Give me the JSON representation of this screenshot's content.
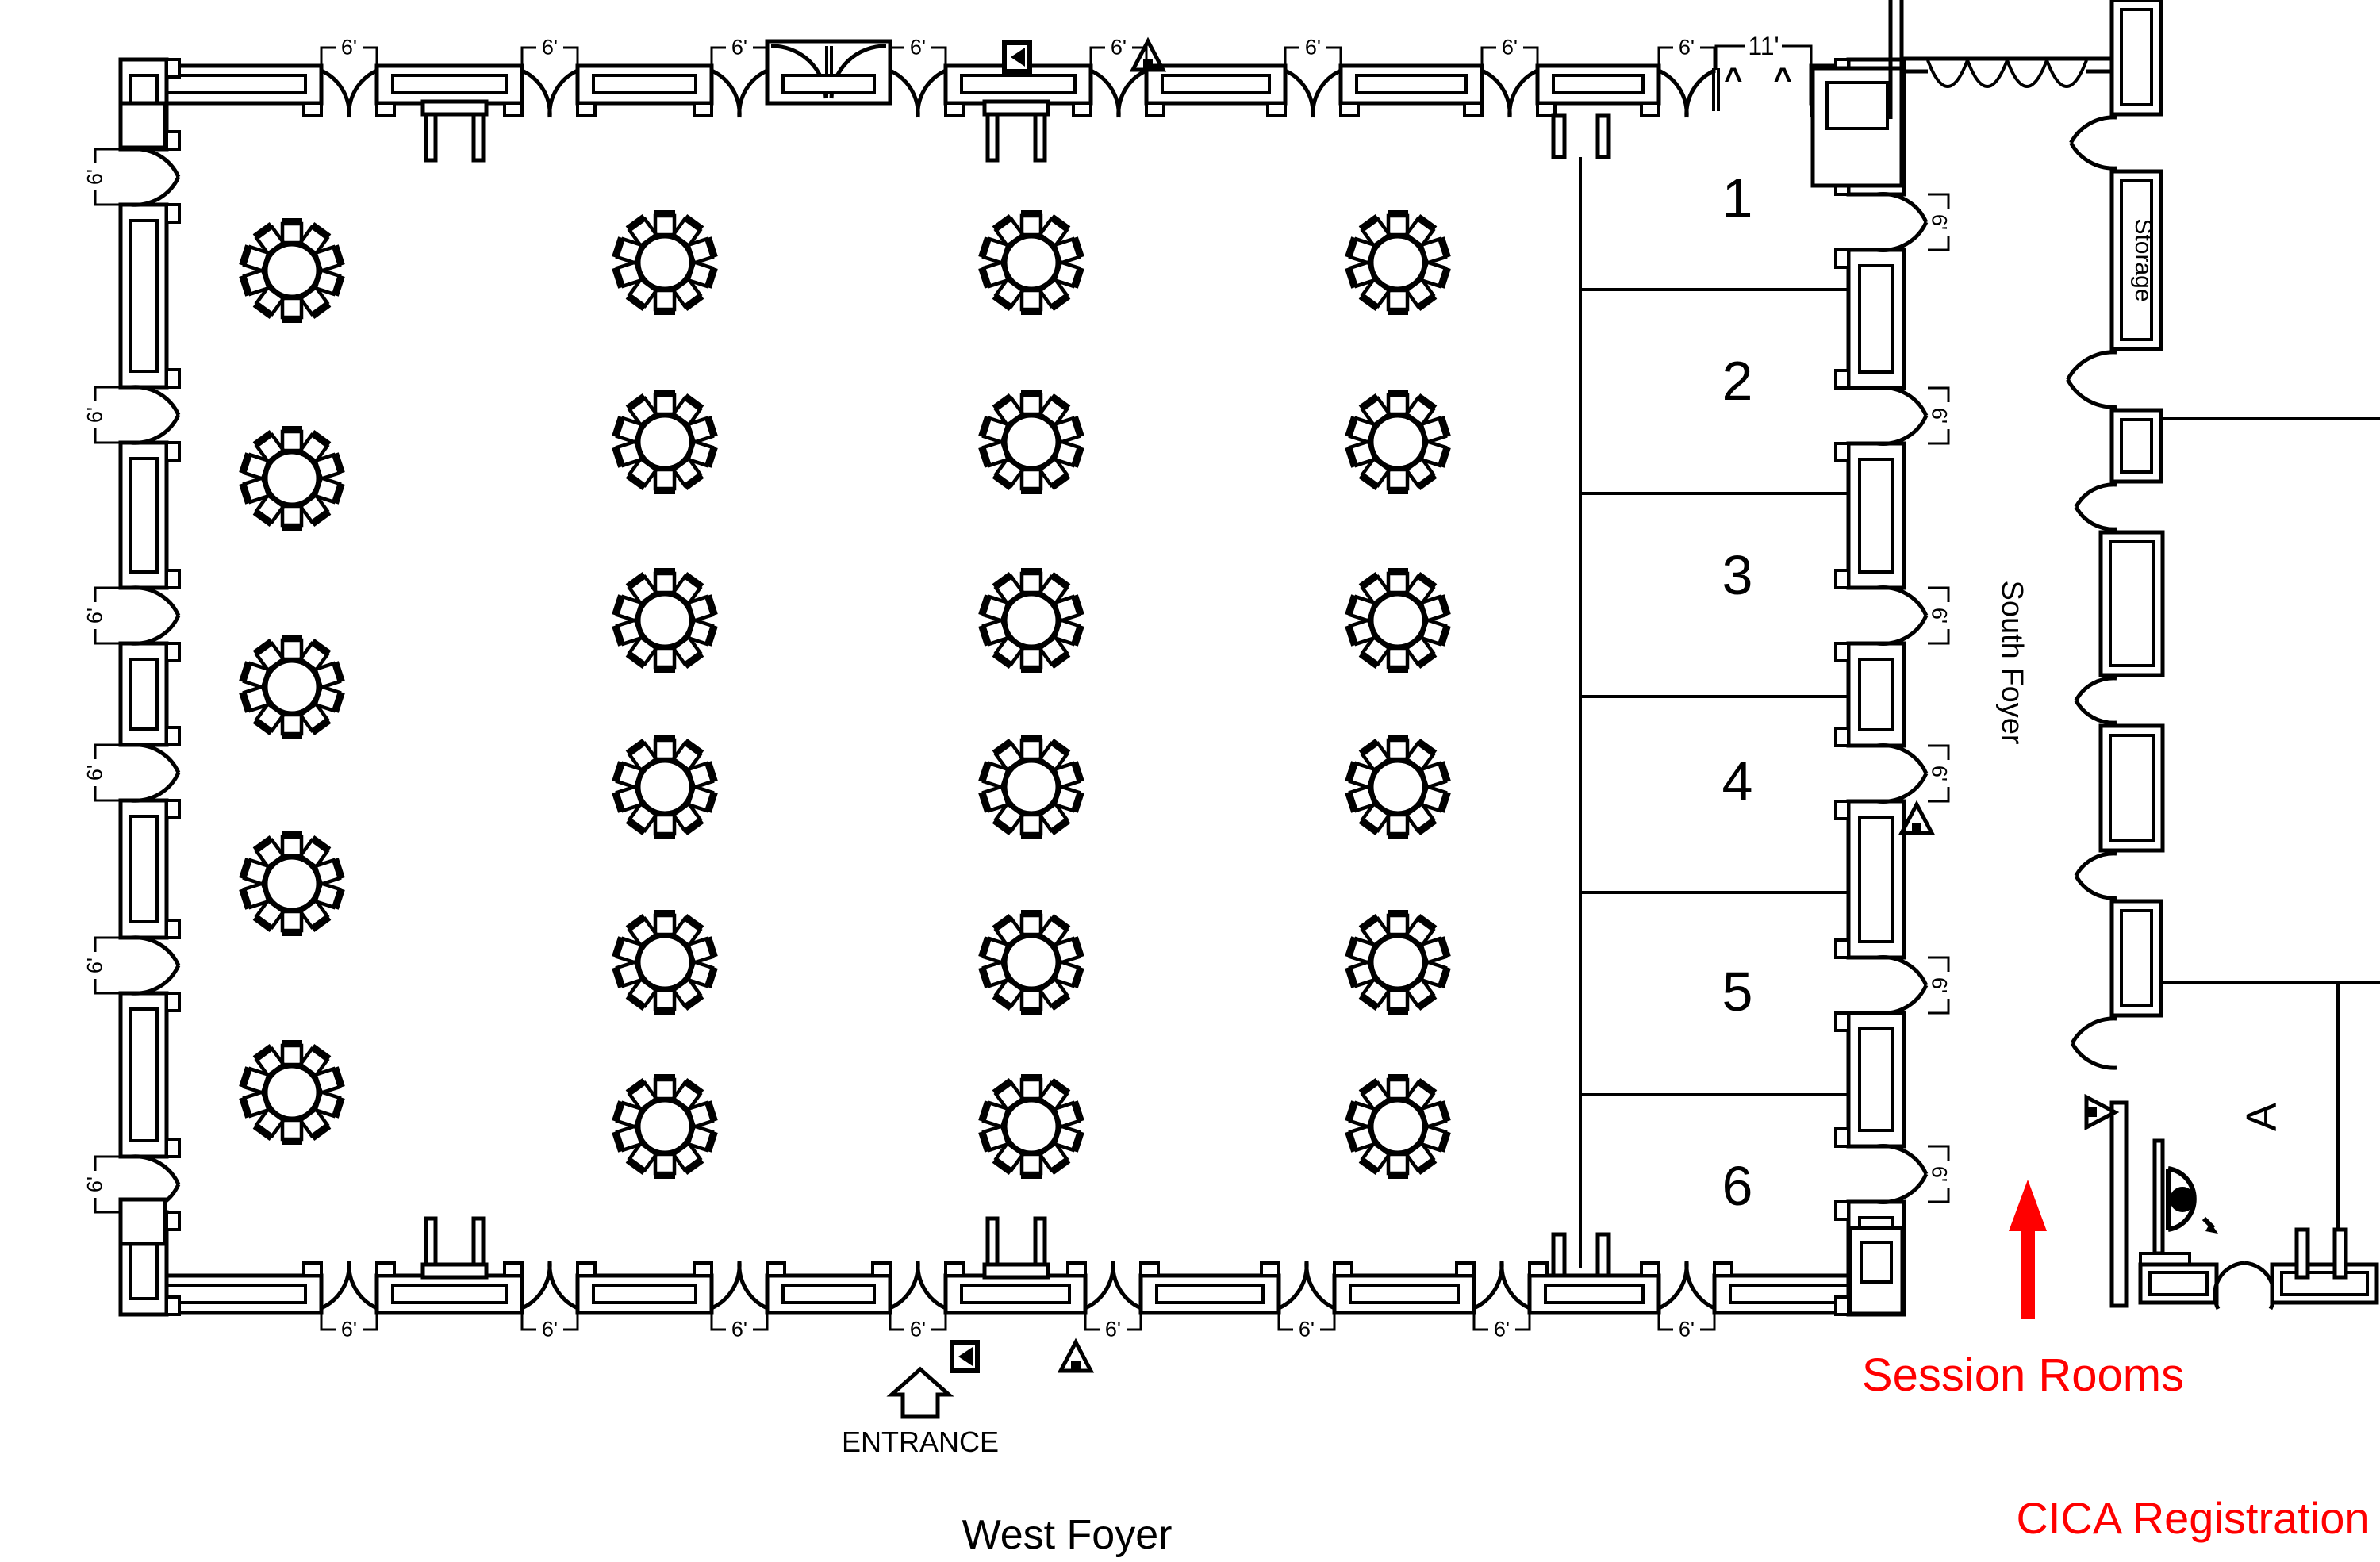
{
  "labels": {
    "entrance": "ENTRANCE",
    "west_foyer": "West Foyer",
    "south_foyer": "South Foyer",
    "storage": "Storage",
    "room_a": "A",
    "session_rooms_annotation": "Session Rooms",
    "cica_registration_annotation": "CICA Registration",
    "vent_marks": "^ ^"
  },
  "session_rooms": {
    "count": 6,
    "numbers": [
      "1",
      "2",
      "3",
      "4",
      "5",
      "6"
    ]
  },
  "dimensions": {
    "door_width": "6'",
    "wide_opening": "11'"
  },
  "colors": {
    "line": "#000000",
    "annotation_red": "#ff0000",
    "background": "#ffffff"
  },
  "floor_plan": {
    "banquet_tables": {
      "count": 23,
      "seats_per_table": 10,
      "tables_per_column": [
        5,
        6,
        6,
        6
      ]
    },
    "icons": [
      "exit-icon",
      "fire-equipment-triangle-icon",
      "security-camera-icon",
      "entrance-arrow-icon",
      "session-rooms-arrow-icon"
    ]
  }
}
